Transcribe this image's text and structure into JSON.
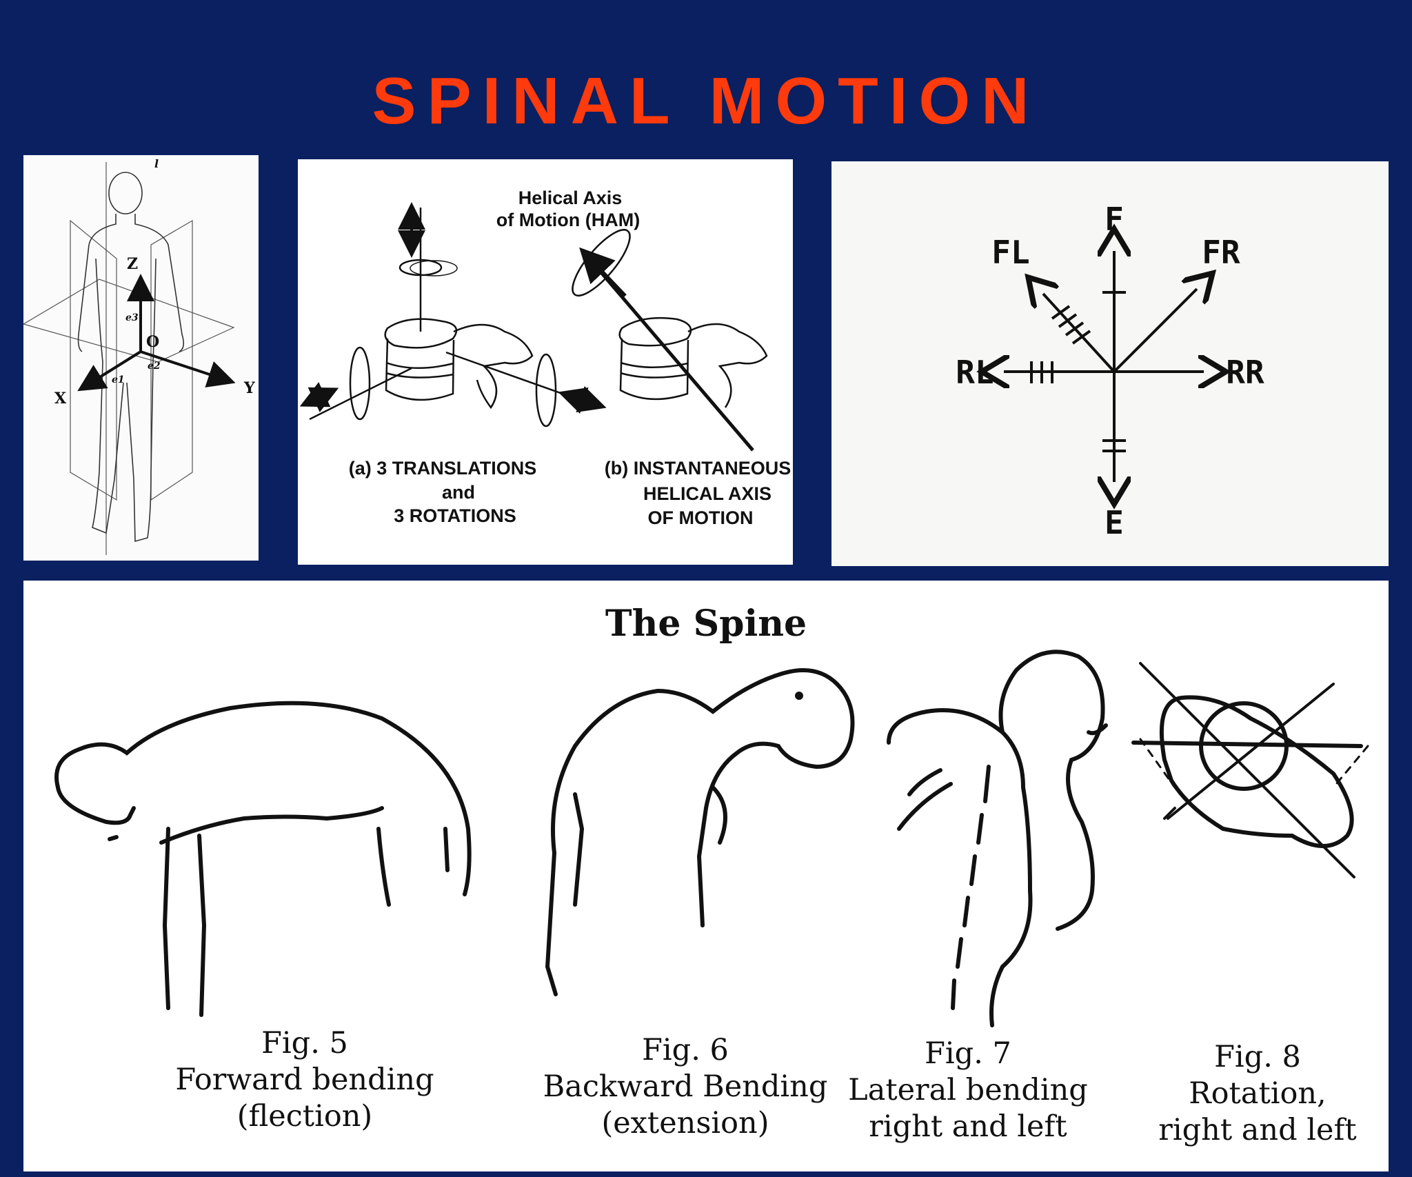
{
  "title": "SPINAL MOTION",
  "panel_axes": {
    "axis_labels": {
      "z": "Z",
      "x": "X",
      "y": "Y",
      "origin": "O",
      "e1": "e1",
      "e2": "e2",
      "e3": "e3",
      "l": "l"
    }
  },
  "panel_helical": {
    "ham_label_line1": "Helical Axis",
    "ham_label_line2": "of Motion (HAM)",
    "caption_a": [
      "(a) 3 TRANSLATIONS",
      "and",
      "3 ROTATIONS"
    ],
    "caption_b": [
      "(b) INSTANTANEOUS",
      "HELICAL AXIS",
      "OF MOTION"
    ]
  },
  "panel_directions": {
    "labels": {
      "f": "F",
      "fl": "FL",
      "fr": "FR",
      "rl": "RL",
      "rr": "RR",
      "e": "E"
    }
  },
  "panel_spine": {
    "title": "The Spine",
    "figures": [
      {
        "fig": "Fig. 5",
        "line1": "Forward bending",
        "line2": "(flection)"
      },
      {
        "fig": "Fig. 6",
        "line1": "Backward Bending",
        "line2": "(extension)"
      },
      {
        "fig": "Fig. 7",
        "line1": "Lateral bending",
        "line2": "right and left"
      },
      {
        "fig": "Fig. 8",
        "line1": "Rotation,",
        "line2": "right and left"
      }
    ]
  },
  "colors": {
    "background": "#0a2060",
    "title": "#ff3a0c",
    "panel": "#ffffff",
    "ink": "#111111"
  }
}
